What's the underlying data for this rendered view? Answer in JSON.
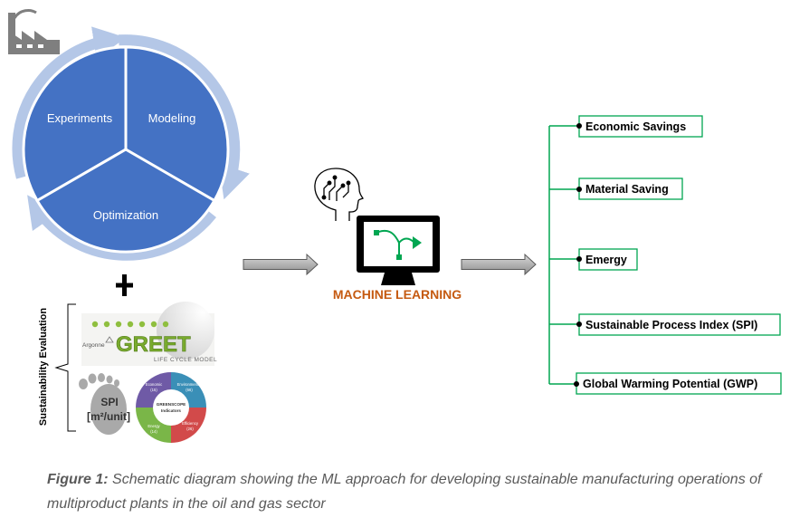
{
  "cycle": {
    "segments": [
      {
        "label": "Experiments"
      },
      {
        "label": "Modeling"
      },
      {
        "label": "Optimization"
      }
    ]
  },
  "machine_learning": {
    "label": "MACHINE LEARNING"
  },
  "evaluation": {
    "label": "Sustainability Evaluation",
    "greet": {
      "title": "GREET",
      "subtitle": "LIFE CYCLE MODEL",
      "org": "Argonne"
    },
    "spi": {
      "title": "SPI",
      "unit": "[m²/unit]"
    },
    "greenscope": {
      "center_line1": "GREENSCOPE",
      "center_line2": "Indicators",
      "segments": [
        {
          "name": "Economic",
          "abbr": "(15)"
        },
        {
          "name": "Environmental",
          "abbr": "(66)"
        },
        {
          "name": "Efficiency",
          "abbr": "(26)"
        },
        {
          "name": "Energy",
          "abbr": "(14)"
        }
      ]
    }
  },
  "outcomes": [
    {
      "label": "Economic Savings"
    },
    {
      "label": "Material Saving"
    },
    {
      "label": "Emergy"
    },
    {
      "label": "Sustainable Process Index (SPI)"
    },
    {
      "label": "Global Warming Potential (GWP)"
    }
  ],
  "caption": {
    "prefix": "Figure 1:",
    "text": "Schematic diagram showing the ML approach for developing sustainable manufacturing operations of multiproduct plants in the oil and gas sector"
  },
  "colors": {
    "cycle_blue": "#4472c4",
    "ring": "#b4c7e7",
    "ml_text": "#c55a11",
    "tree_green": "#00a651",
    "arrow_fill": "#a6a6a6",
    "greet_green": "#7aab2e"
  },
  "icons": [
    "factory-icon",
    "plus-icon",
    "head-circuit-icon",
    "monitor-icon",
    "footprint-icon"
  ]
}
